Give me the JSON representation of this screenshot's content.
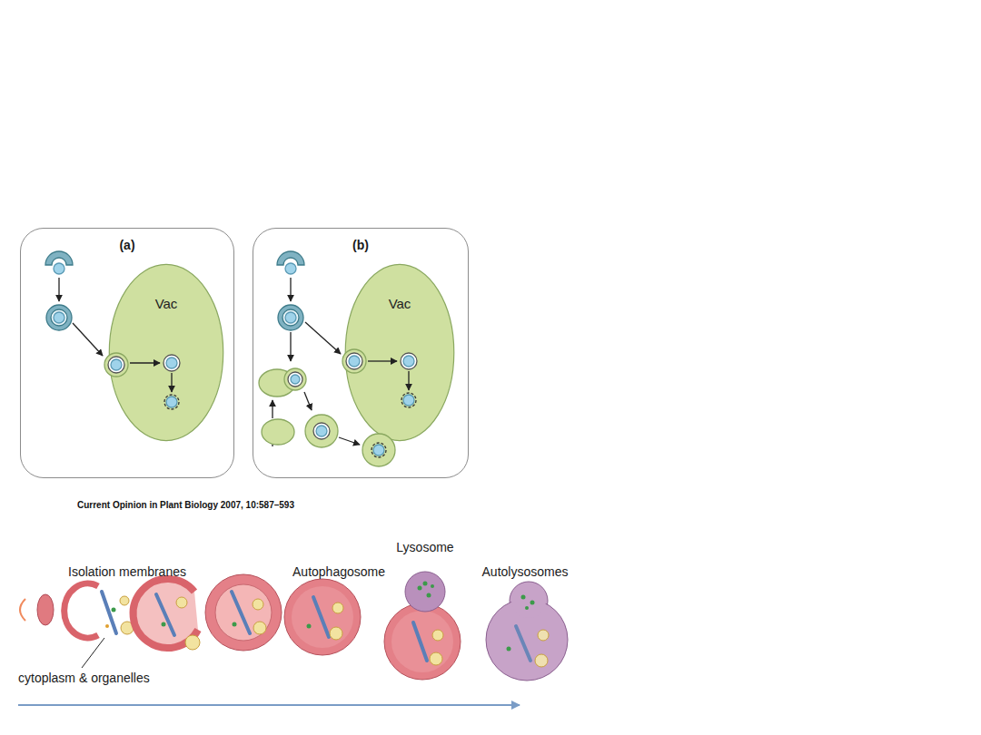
{
  "diagram": {
    "caption": "Current Opinion in Plant Biology 2007, 10:587–593",
    "nodes": [
      {
        "text": [
          "(a)"
        ]
      },
      {
        "text": [
          "Vac"
        ],
        "in": 0
      },
      {
        "text": [
          "(b)"
        ]
      },
      {
        "text": [
          "Vac"
        ],
        "in": 2
      }
    ],
    "labels": [
      "Isolation membranes",
      "Autophagosome",
      "Lysosome",
      "Autolysosomes",
      "cytoplasm & organelles"
    ]
  }
}
